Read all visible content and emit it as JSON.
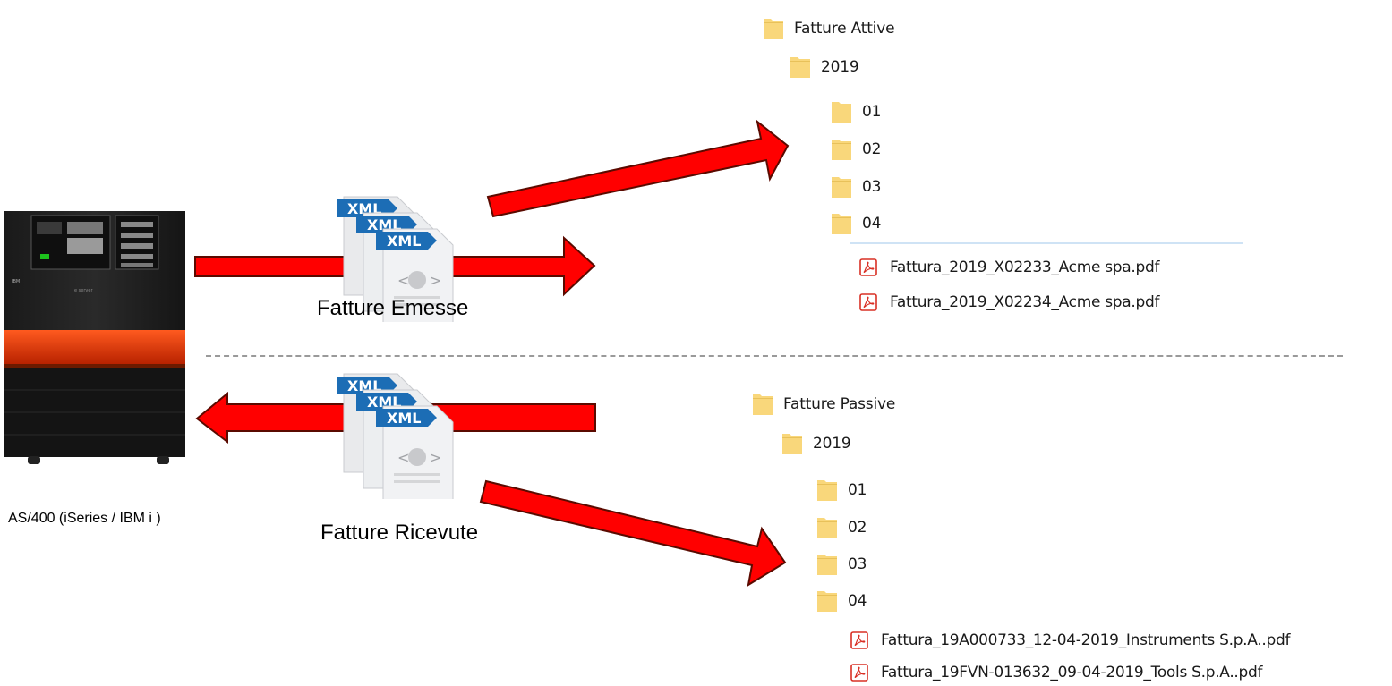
{
  "server": {
    "caption": "AS/400 (iSeries / IBM i )"
  },
  "flows": {
    "emesse_label": "Fatture Emesse",
    "ricevute_label": "Fatture Ricevute",
    "xml_text": "XML"
  },
  "attive": {
    "root": "Fatture Attive",
    "year": "2019",
    "months": [
      "01",
      "02",
      "03",
      "04"
    ],
    "files": [
      "Fattura_2019_X02233_Acme spa.pdf",
      "Fattura_2019_X02234_Acme spa.pdf"
    ]
  },
  "passive": {
    "root": "Fatture Passive",
    "year": "2019",
    "months": [
      "01",
      "02",
      "03",
      "04"
    ],
    "files": [
      "Fattura_19A000733_12-04-2019_Instruments S.p.A..pdf",
      "Fattura_19FVN-013632_09-04-2019_Tools S.p.A..pdf"
    ]
  },
  "colors": {
    "arrow": "#ff0000",
    "folder": "#f9d77b",
    "pdf": "#d93025",
    "xml_tab": "#1c6db5"
  },
  "icons": {
    "folder": "folder-icon",
    "pdf": "pdf-file-icon",
    "xml": "xml-document-icon",
    "server": "ibm-server-icon"
  }
}
